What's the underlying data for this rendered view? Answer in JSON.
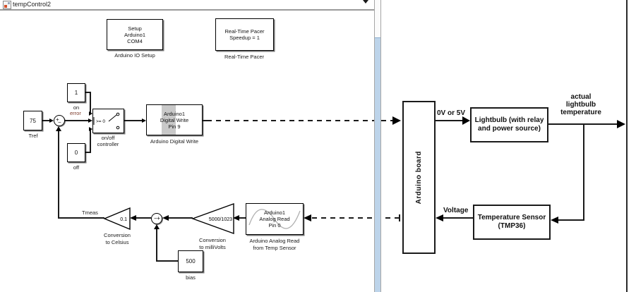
{
  "window": {
    "tab_title": "tempControl2"
  },
  "simulink": {
    "io_setup": {
      "line1": "Setup",
      "line2": "Arduino1",
      "line3": "COM4",
      "label": "Arduino IO Setup"
    },
    "pacer": {
      "line1": "Real-Time Pacer",
      "line2": "Speedup = 1",
      "label": "Real-Time Pacer"
    },
    "tref": {
      "value": "75",
      "label": "Tref"
    },
    "on_const": {
      "value": "1",
      "label": "on"
    },
    "off_const": {
      "value": "0",
      "label": "off"
    },
    "error_label": "error",
    "sum1": {
      "plus": "+",
      "minus": "−"
    },
    "switch": {
      "criteria": ">= 0",
      "label1": "on/off",
      "label2": "controller"
    },
    "digital_write": {
      "line1": "Arduino1",
      "line2": "Digital Write",
      "line3": "Pin 9",
      "label": "Arduino Digital Write"
    },
    "analog_read": {
      "line1": "Arduino1",
      "line2": "Analog Read",
      "line3": "Pin 0",
      "label1": "Arduino Analog Read",
      "label2": "from Temp Sensor"
    },
    "gain_mv": {
      "value": "5000/1023",
      "label1": "Conversion",
      "label2": "to milliVolts"
    },
    "sum2": {
      "plus": "+",
      "minus": "−"
    },
    "bias": {
      "value": "500",
      "label": "bias"
    },
    "gain_c": {
      "value": "0.1",
      "label1": "Conversion",
      "label2": "to Celsius"
    },
    "tmeas_label": "Tmeas"
  },
  "physical": {
    "arduino_board": "Arduino board",
    "signal_0v5v": "0V or 5V",
    "lightbulb": {
      "line1": "Lightbulb (with relay",
      "line2": "and power source)"
    },
    "actual_temp": {
      "line1": "actual",
      "line2": "lightbulb",
      "line3": "temperature"
    },
    "voltage_label": "Voltage",
    "temp_sensor": {
      "line1": "Temperature Sensor",
      "line2": "(TMP36)"
    }
  },
  "colors": {
    "wire": "#1a1a1a",
    "error_label": "#7e3b2b",
    "scroll_thumb": "#bdd4ea",
    "gray_band": "#c9c9c9"
  }
}
